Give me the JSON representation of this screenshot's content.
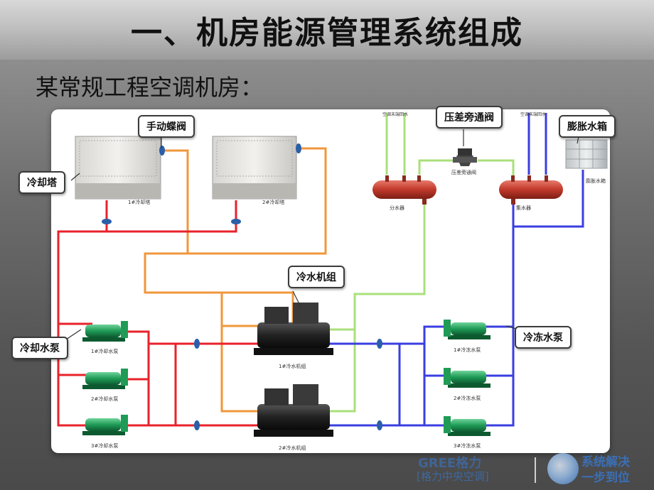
{
  "slide": {
    "title": "一、机房能源管理系统组成",
    "subtitle": "某常规工程空调机房："
  },
  "callouts": {
    "butterfly_valve": "手动蝶阀",
    "cooling_tower": "冷却塔",
    "pressure_bypass": "压差旁通阀",
    "expansion_tank": "膨胀水箱",
    "chiller": "冷水机组",
    "cooling_pump": "冷却水泵",
    "chilled_pump": "冷冻水泵"
  },
  "labels": {
    "tower1": "1#冷却塔",
    "tower2": "2#冷却塔",
    "ac_return_left": "空调末端回水",
    "ac_return_right": "空调末端回水",
    "bypass_small": "压差旁通阀",
    "supply_header": "分水器",
    "return_header": "集水器",
    "expansion_small": "膨胀水箱",
    "cp1": "1#冷却水泵",
    "cp2": "2#冷却水泵",
    "cp3": "3#冷却水泵",
    "ch1": "1#冷水机组",
    "ch2": "2#冷水机组",
    "fp1": "1#冷冻水泵",
    "fp2": "2#冷冻水泵",
    "fp3": "3#冷冻水泵"
  },
  "colors": {
    "cooling_supply": "#e8222a",
    "cooling_return": "#f0973a",
    "chilled_supply": "#a8e07a",
    "chilled_return": "#3a3ee0",
    "accent_blue": "#3b6fb4"
  },
  "footer": {
    "brand": "GREE格力",
    "brand_sub": "[格力中央空调]",
    "slogan_line1": "系统解决",
    "slogan_line2": "一步到位"
  }
}
